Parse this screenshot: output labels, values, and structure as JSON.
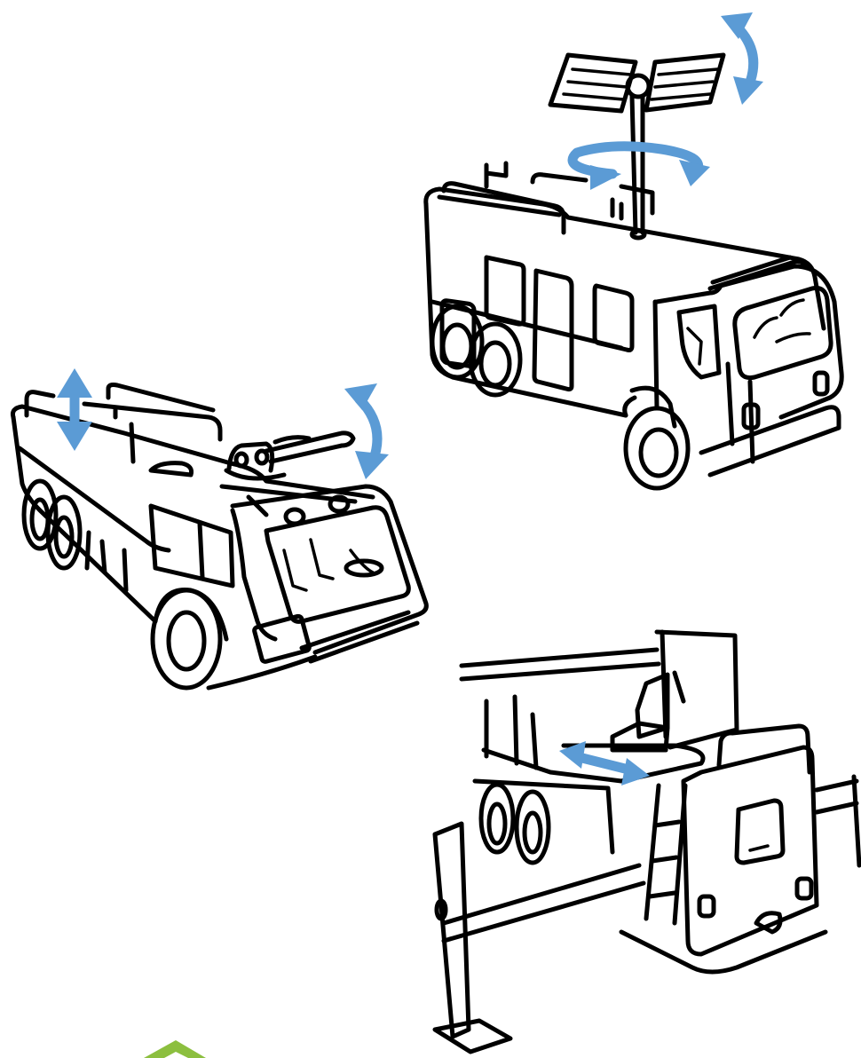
{
  "figure": {
    "vehicles": [
      {
        "id": "mast-truck",
        "arrows": [
          "panel-tilt",
          "mast-rotate"
        ]
      },
      {
        "id": "crash-tender",
        "arrows": [
          "boom-lift",
          "turret-tilt"
        ]
      },
      {
        "id": "lift-vehicle",
        "arrows": [
          "platform-slide"
        ]
      }
    ],
    "colors": {
      "line": "#000000",
      "arrow": "#5b9bd5",
      "logo": "#8cbf3f",
      "background": "#ffffff"
    }
  }
}
